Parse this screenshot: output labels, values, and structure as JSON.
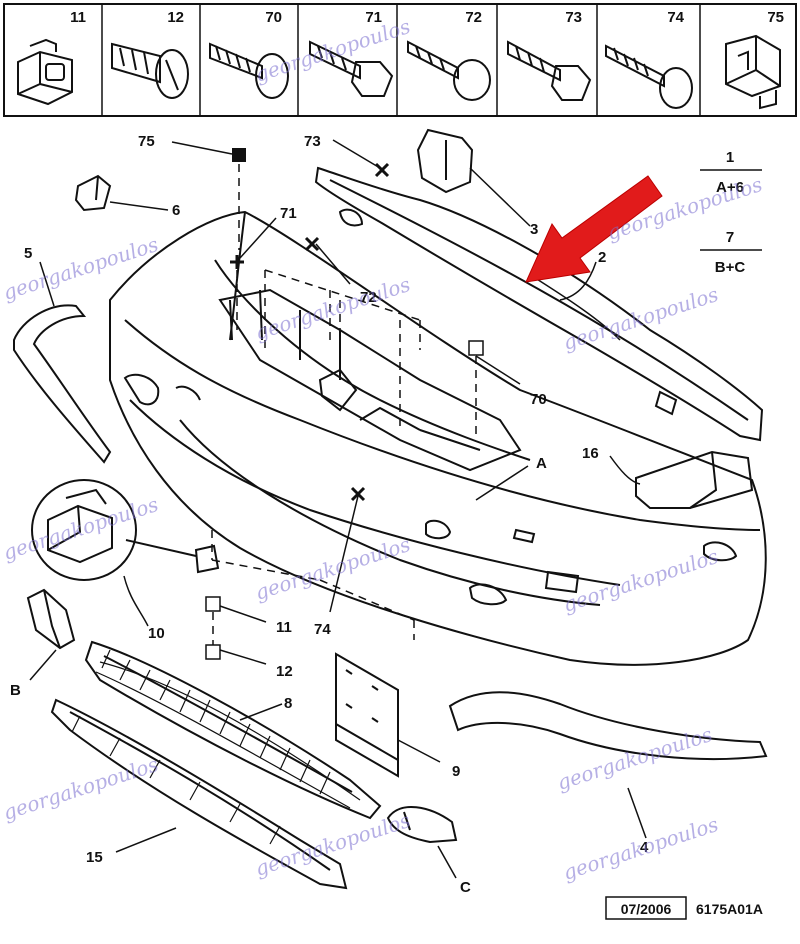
{
  "part_strip": [
    "11",
    "12",
    "70",
    "71",
    "72",
    "73",
    "74",
    "75"
  ],
  "callouts": {
    "n75": "75",
    "n73": "73",
    "n6": "6",
    "n71": "71",
    "n3": "3",
    "n2": "2",
    "n5": "5",
    "n72": "72",
    "n70": "70",
    "n16": "16",
    "nA": "A",
    "n10": "10",
    "n11": "11",
    "n74": "74",
    "n12": "12",
    "nB": "B",
    "n8": "8",
    "n9": "9",
    "n4": "4",
    "n15": "15",
    "nC": "C"
  },
  "legend": {
    "top_num": "1",
    "top_letters": "A+6",
    "bottom_num": "7",
    "bottom_letters": "B+C"
  },
  "footer": {
    "date": "07/2006",
    "code": "6175A01A"
  },
  "watermark": "georgakopoulos",
  "colors": {
    "arrow": "#e11b1b",
    "line": "#111111",
    "watermark": "#7b6fd0"
  }
}
